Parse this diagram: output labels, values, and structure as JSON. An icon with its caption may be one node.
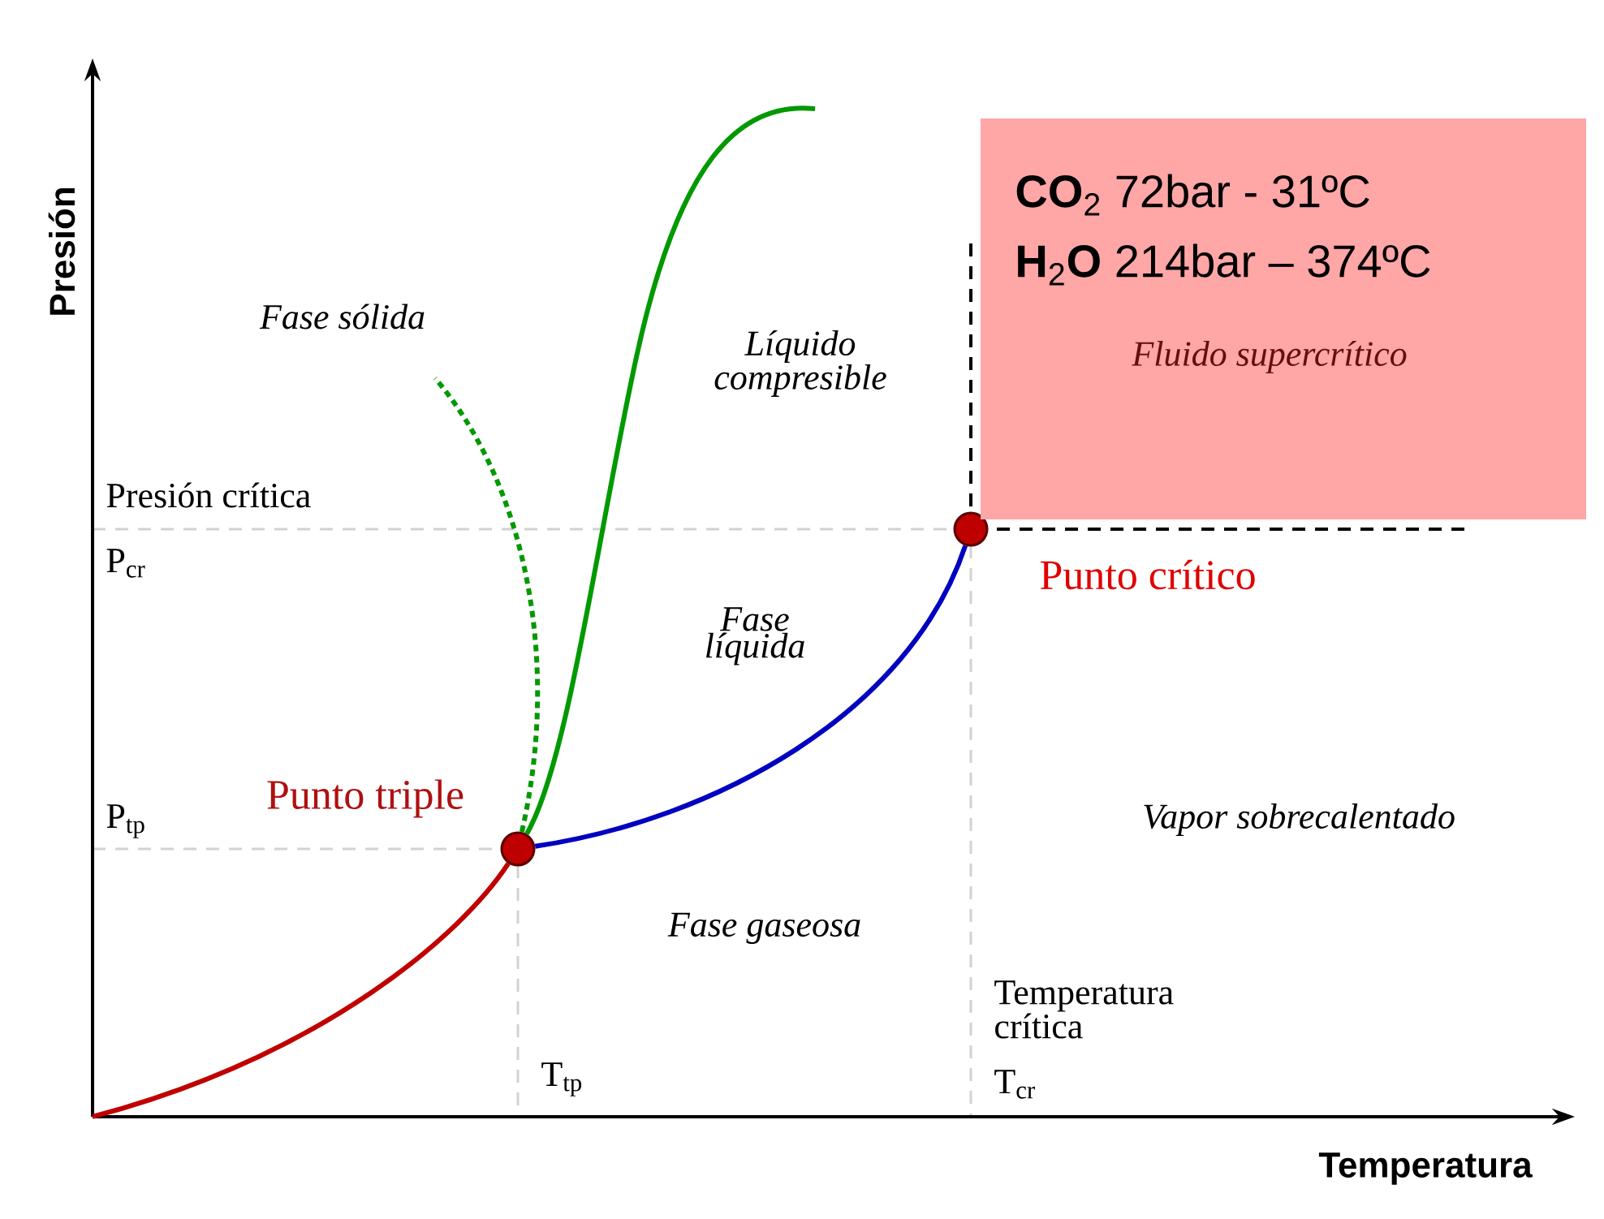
{
  "diagram": {
    "nodes": [
      {
        "text": [],
        "shape": "circle",
        "beside": [
          "Punto triple"
        ]
      },
      {
        "text": [],
        "shape": "circle",
        "beside": [
          "Punto crítico"
        ]
      },
      {
        "text": [
          "**CO**$_{2}$ 72bar - 31ºC",
          "**H**$_{2}$**O** 214bar – 374ºC",
          "Fluido supercrítico"
        ]
      }
    ],
    "edges": [
      {
        "from": null,
        "to": 0,
        "arrow": "none",
        "color": "#c00000"
      },
      {
        "from": 0,
        "to": 1,
        "arrow": "none",
        "color": "#0000c0"
      },
      {
        "from": 0,
        "to": null,
        "arrow": "none",
        "color": "#009900"
      },
      {
        "from": 0,
        "to": null,
        "arrow": "none",
        "color": "#009900",
        "style": "dashed"
      }
    ],
    "labels": [
      "Presión",
      "Fase sólida",
      "Líquido compresible",
      "Presión crítica",
      "P$_{cr}$",
      "Fase líquida",
      "P$_{tp}$",
      "Vapor sobrecalentado",
      "Fase gaseosa",
      "Temperatura crítica",
      "T$_{tp}$",
      "T$_{cr}$",
      "Temperatura"
    ]
  }
}
